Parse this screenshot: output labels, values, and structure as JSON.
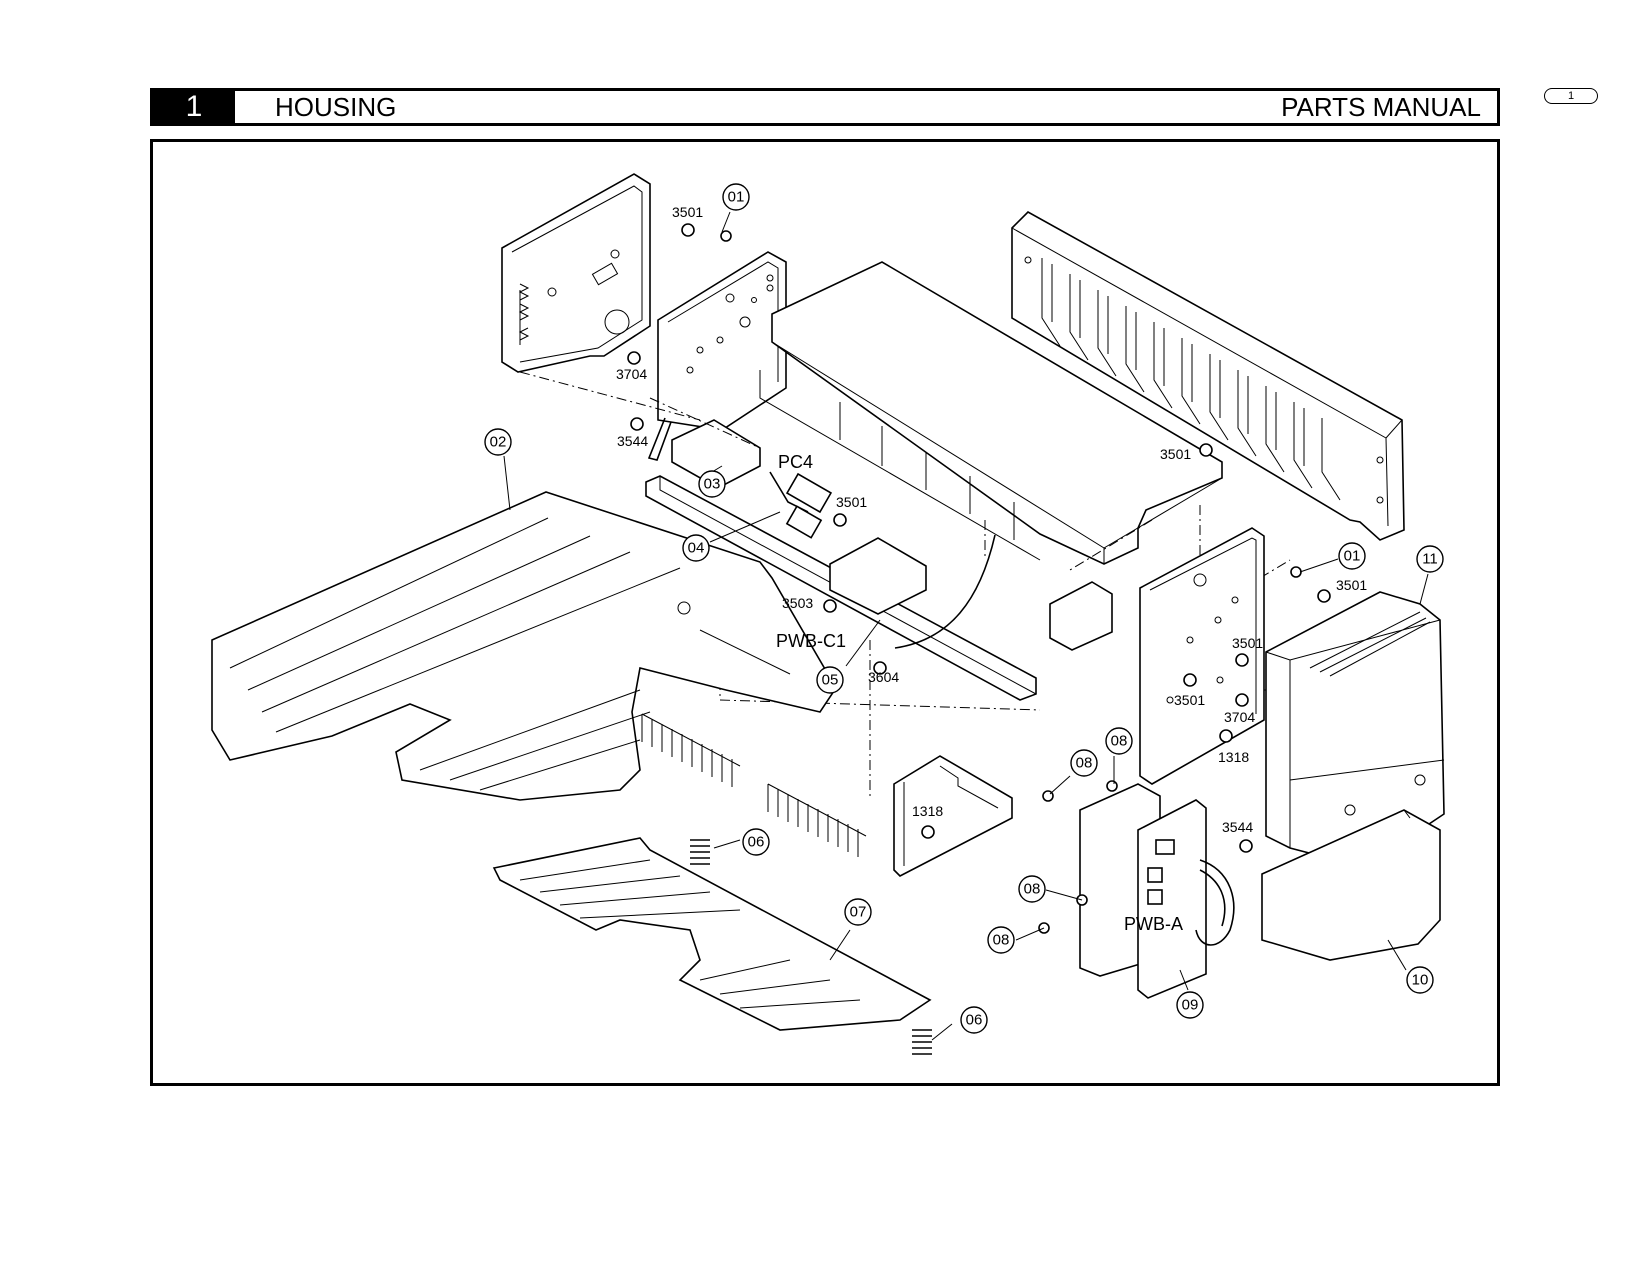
{
  "header": {
    "section_number": "1",
    "section_title": "HOUSING",
    "manual_title": "PARTS MANUAL",
    "page_tab": "1"
  },
  "callouts": {
    "c01a": "01",
    "c01b": "01",
    "c02": "02",
    "c03": "03",
    "c04": "04",
    "c05": "05",
    "c06a": "06",
    "c06b": "06",
    "c07": "07",
    "c08a": "08",
    "c08b": "08",
    "c08c": "08",
    "c08d": "08",
    "c09": "09",
    "c10": "10",
    "c11": "11"
  },
  "screws": {
    "s3501a": "3501",
    "s3704a": "3704",
    "s3544a": "3544",
    "s3501b": "3501",
    "s3501c": "3501",
    "s3503": "3503",
    "s3604": "3604",
    "s3501d": "3501",
    "s3501e": "3501",
    "s3501f": "3501",
    "s3704b": "3704",
    "s1318a": "1318",
    "s1318b": "1318",
    "s3544b": "3544"
  },
  "connectors": {
    "pc4": "PC4",
    "pwb_c1": "PWB-C1",
    "pwb_a": "PWB-A"
  }
}
